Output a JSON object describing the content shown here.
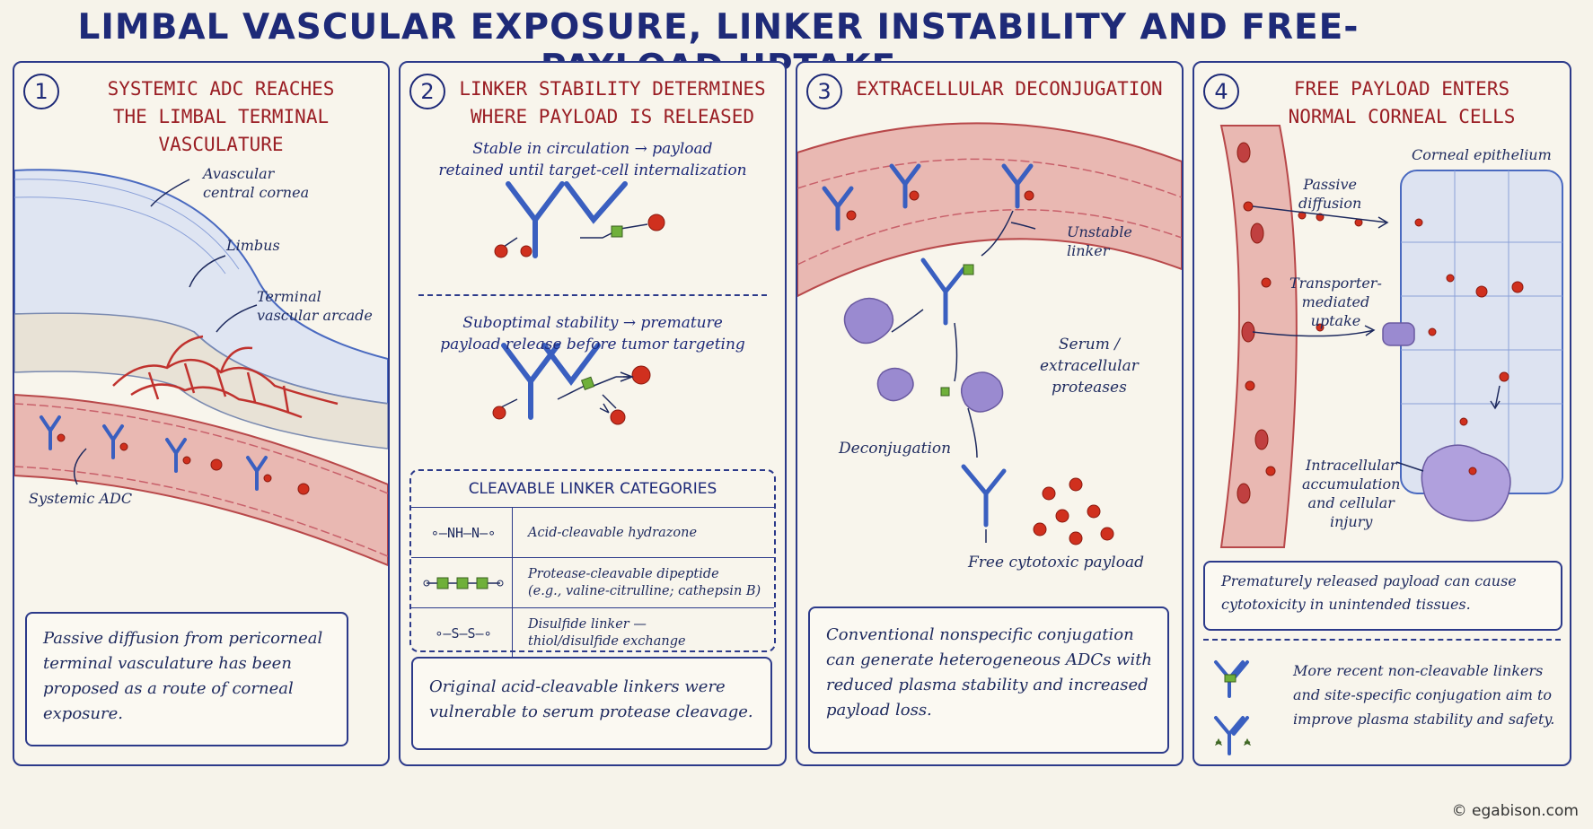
{
  "title": "LIMBAL VASCULAR EXPOSURE, LINKER INSTABILITY AND FREE-PAYLOAD UPTAKE",
  "credit": "© egabison.com",
  "panels": [
    {
      "number": "1",
      "title": "SYSTEMIC ADC REACHES\nTHE LIMBAL TERMINAL VASCULATURE",
      "labels": {
        "avascular": "Avascular\ncentral cornea",
        "limbus": "Limbus",
        "arcade": "Terminal\nvascular arcade",
        "systemic": "Systemic ADC"
      },
      "box": "Passive diffusion from pericorneal\nterminal vasculature has been\nproposed as a route of corneal\nexposure."
    },
    {
      "number": "2",
      "title": "LINKER STABILITY DETERMINES\nWHERE PAYLOAD IS RELEASED",
      "stable": "Stable in circulation → payload\nretained until target-cell internalization",
      "suboptimal": "Suboptimal stability → premature\npayload release before tumor targeting",
      "categories_title": "CLEAVABLE LINKER CATEGORIES",
      "categories": [
        {
          "symbol": "NH–N",
          "desc": "Acid-cleavable hydrazone"
        },
        {
          "symbol": "",
          "desc": "Protease-cleavable dipeptide\n(e.g., valine-citrulline; cathepsin B)"
        },
        {
          "symbol": "S–S",
          "desc": "Disulfide linker —\nthiol/disulfide exchange"
        }
      ],
      "box": "Original acid-cleavable linkers were\nvulnerable to serum protease cleavage."
    },
    {
      "number": "3",
      "title": "EXTRACELLULAR DECONJUGATION",
      "labels": {
        "unstable": "Unstable\nlinker",
        "serum": "Serum /\nextracellular\nproteases",
        "decon": "Deconjugation",
        "free": "Free cytotoxic payload"
      },
      "box": "Conventional nonspecific conjugation\ncan generate heterogeneous ADCs with\nreduced plasma stability and increased\npayload loss."
    },
    {
      "number": "4",
      "title": "FREE PAYLOAD ENTERS\nNORMAL CORNEAL CELLS",
      "labels": {
        "epithelium": "Corneal epithelium",
        "passive": "Passive\ndiffusion",
        "transporter": "Transporter-\nmediated\nuptake",
        "intracellular": "Intracellular\naccumulation\nand cellular\ninjury"
      },
      "box": "Prematurely released payload can cause\ncytotoxicity in unintended tissues.",
      "recent": "More recent non-cleavable linkers\nand site-specific conjugation aim to\nimprove plasma stability and safety."
    }
  ],
  "colors": {
    "navy": "#1e2a78",
    "red": "#9a1e24",
    "antibody": "#3a5fc0",
    "payload": "#d0301e",
    "vessel": "#d98a8a",
    "linker": "#6fb03a"
  }
}
